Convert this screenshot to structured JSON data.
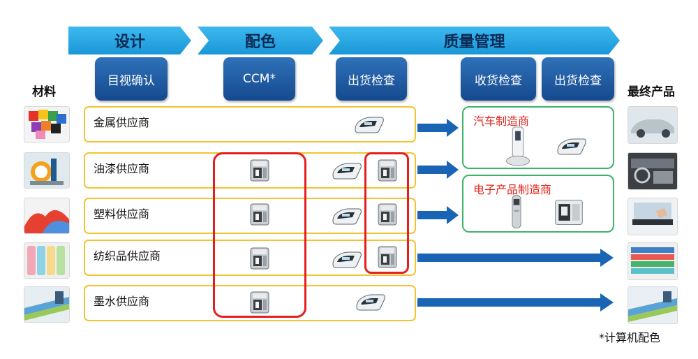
{
  "stages": [
    "设计",
    "配色",
    "质量管理"
  ],
  "processes": [
    "目视确认",
    "CCM*",
    "出货检查",
    "收货检查",
    "出货检查"
  ],
  "left_title": "材料",
  "right_title": "最终产品",
  "suppliers": [
    "金属供应商",
    "油漆供应商",
    "塑料供应商",
    "纺织品供应商",
    "墨水供应商"
  ],
  "manufacturers": [
    "汽车制造商",
    "电子产品制造商"
  ],
  "footnote": "*计算机配色",
  "colors": {
    "stage_blue": "#26a7e4",
    "process_blue": "#1d5aa3",
    "supplier_border": "#f2c433",
    "highlight_red": "#e61e1e",
    "manufacturer_border": "#3cb46a",
    "manufacturer_text": "#e2231a",
    "arrow_blue": "#1a64b5"
  },
  "icons": {
    "ccm_instrument": "benchtop-spectrophotometer-icon",
    "portable_instrument": "portable-spectrophotometer-icon"
  }
}
